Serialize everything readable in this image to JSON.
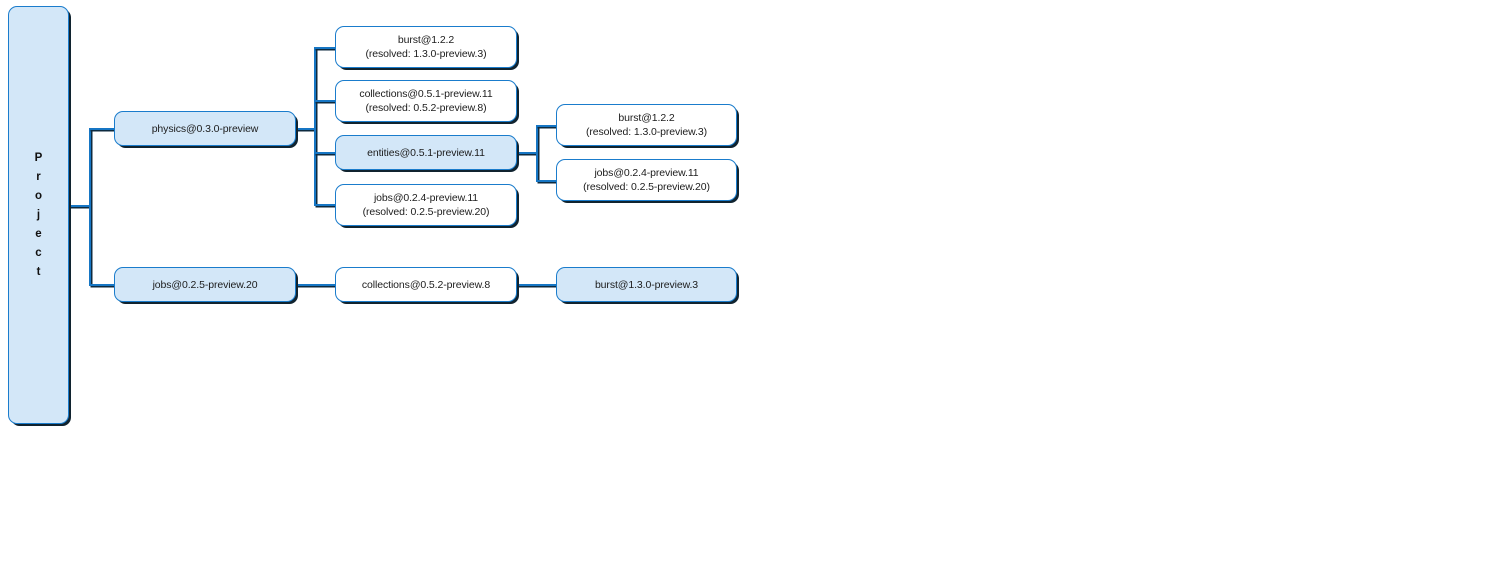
{
  "diagram": {
    "type": "dependency-tree",
    "title_vertical": "Project",
    "colors": {
      "node_border": "#1a7ccc",
      "node_fill_highlight": "#d3e7f8",
      "node_fill_plain": "#ffffff",
      "connector": "#1676c4",
      "shadow": "#10232f",
      "text": "#1c1c1c",
      "background": "#ffffff"
    }
  },
  "root": {
    "label": "Project",
    "letters": "P\nr\no\nj\ne\nc\nt",
    "highlighted": true
  },
  "nodes": {
    "physics": {
      "label": "physics@0.3.0-preview",
      "resolved": "",
      "highlighted": true
    },
    "physics_burst": {
      "label": "burst@1.2.2",
      "resolved": "(resolved: 1.3.0-preview.3)",
      "highlighted": false
    },
    "physics_collections": {
      "label": "collections@0.5.1-preview.11",
      "resolved": "(resolved: 0.5.2-preview.8)",
      "highlighted": false
    },
    "physics_entities": {
      "label": "entities@0.5.1-preview.11",
      "resolved": "",
      "highlighted": true
    },
    "physics_jobs": {
      "label": "jobs@0.2.4-preview.11",
      "resolved": "(resolved: 0.2.5-preview.20)",
      "highlighted": false
    },
    "entities_burst": {
      "label": "burst@1.2.2",
      "resolved": "(resolved: 1.3.0-preview.3)",
      "highlighted": false
    },
    "entities_jobs": {
      "label": "jobs@0.2.4-preview.11",
      "resolved": "(resolved: 0.2.5-preview.20)",
      "highlighted": false
    },
    "jobs_root": {
      "label": "jobs@0.2.5-preview.20",
      "resolved": "",
      "highlighted": true
    },
    "jobs_collections": {
      "label": "collections@0.5.2-preview.8",
      "resolved": "",
      "highlighted": false
    },
    "jobs_collections_burst": {
      "label": "burst@1.3.0-preview.3",
      "resolved": "",
      "highlighted": true
    }
  }
}
